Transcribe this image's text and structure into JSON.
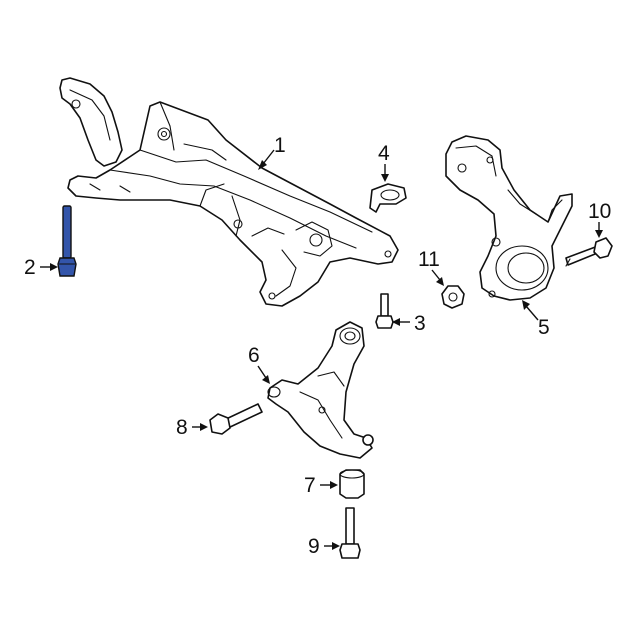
{
  "colors": {
    "line": "#111111",
    "background": "#ffffff",
    "highlight": "#3355aa"
  },
  "callouts": [
    {
      "id": "1",
      "label": "1"
    },
    {
      "id": "2",
      "label": "2"
    },
    {
      "id": "3",
      "label": "3"
    },
    {
      "id": "4",
      "label": "4"
    },
    {
      "id": "5",
      "label": "5"
    },
    {
      "id": "6",
      "label": "6"
    },
    {
      "id": "7",
      "label": "7"
    },
    {
      "id": "8",
      "label": "8"
    },
    {
      "id": "9",
      "label": "9"
    },
    {
      "id": "10",
      "label": "10"
    },
    {
      "id": "11",
      "label": "11"
    }
  ],
  "highlighted_part": "2"
}
